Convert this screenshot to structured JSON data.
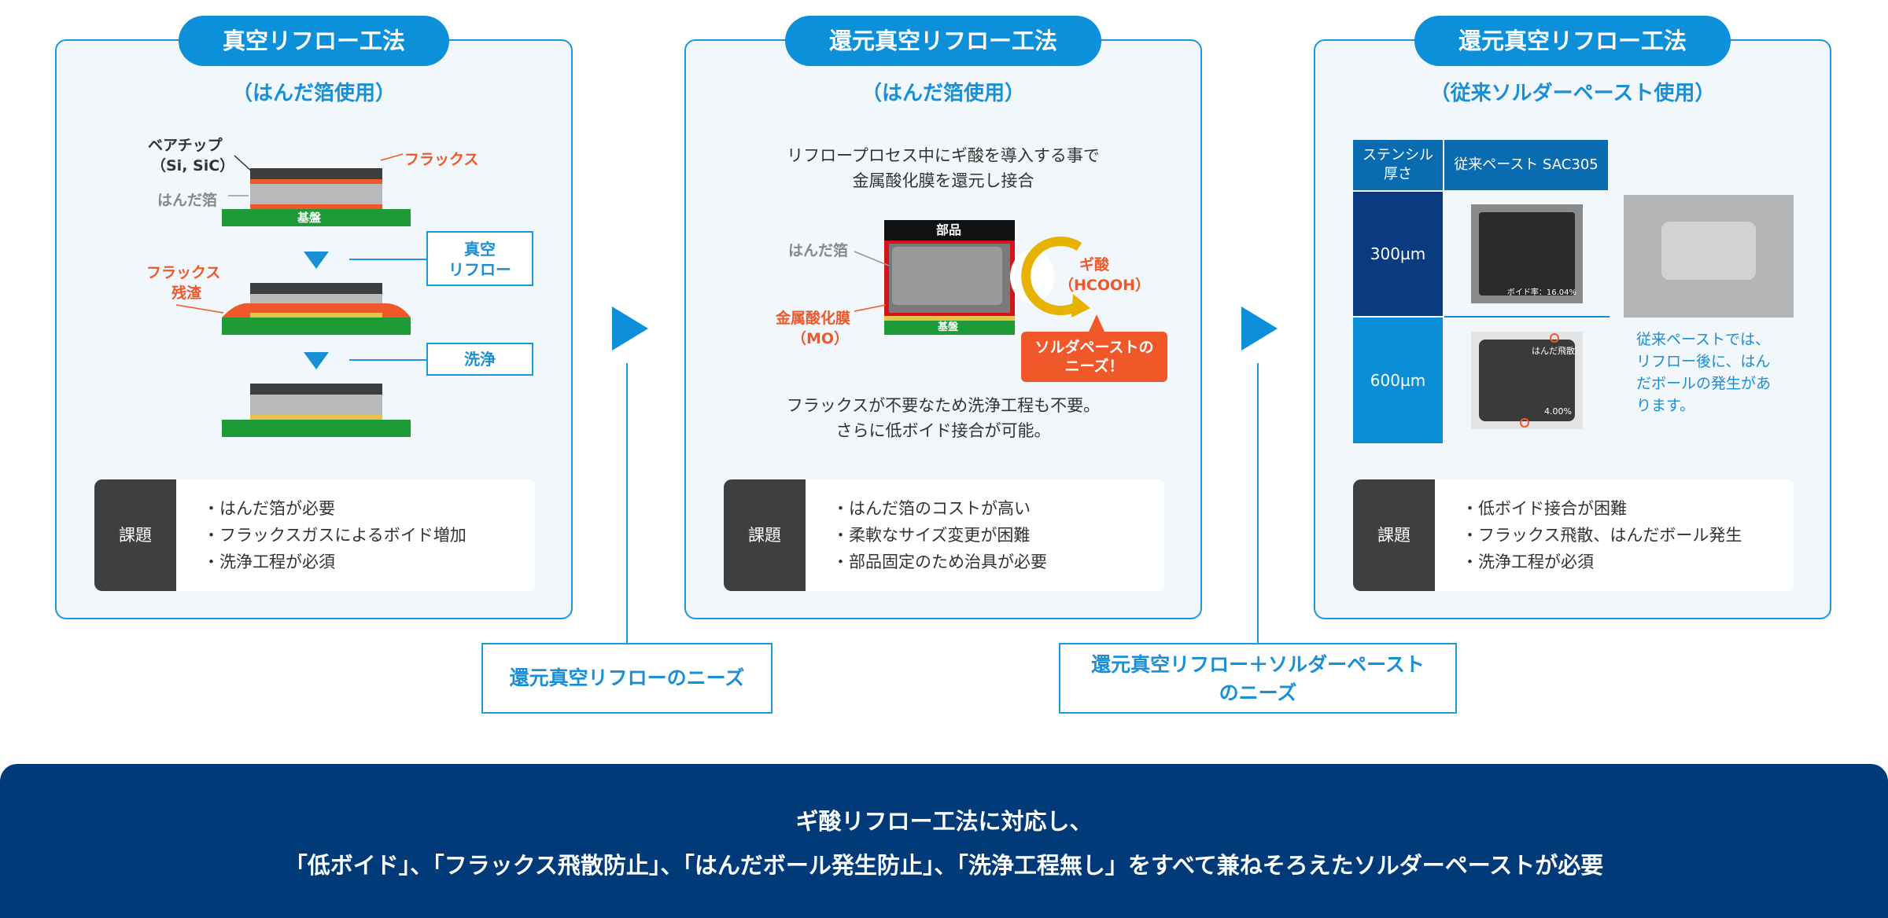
{
  "panel1": {
    "title": "真空リフロー工法",
    "subtitle": "（はんだ箔使用）",
    "labels": {
      "bare_chip_1": "ベアチップ",
      "bare_chip_2": "（Si, SiC）",
      "flux": "フラックス",
      "solder_foil": "はんだ箔",
      "substrate": "基盤",
      "flux_residue_1": "フラックス",
      "flux_residue_2": "残渣",
      "vacuum_reflow_1": "真空",
      "vacuum_reflow_2": "リフロー",
      "cleaning": "洗浄"
    },
    "issue_label": "課題",
    "issues": [
      "・はんだ箔が必要",
      "・フラックスガスによるボイド増加",
      "・洗浄工程が必須"
    ]
  },
  "panel2": {
    "title": "還元真空リフロー工法",
    "subtitle": "（はんだ箔使用）",
    "desc_1": "リフロープロセス中にギ酸を導入する事で",
    "desc_2": "金属酸化膜を還元し接合",
    "labels": {
      "part": "部品",
      "substrate": "基盤",
      "solder_foil": "はんだ箔",
      "metal_oxide_1": "金属酸化膜",
      "metal_oxide_2": "（MO）",
      "formic_acid_1": "ギ酸",
      "formic_acid_2": "（HCOOH）",
      "needs_1": "ソルダペーストの",
      "needs_2": "ニーズ！"
    },
    "note_1": "フラックスが不要なため洗浄工程も不要。",
    "note_2": "さらに低ボイド接合が可能。",
    "issue_label": "課題",
    "issues": [
      "・はんだ箔のコストが高い",
      "・柔軟なサイズ変更が困難",
      "・部品固定のため治具が必要"
    ]
  },
  "panel3": {
    "title": "還元真空リフロー工法",
    "subtitle": "（従来ソルダーペースト使用）",
    "table": {
      "header_left_1": "ステンシル",
      "header_left_2": "厚さ",
      "header_right": "従来ペースト SAC305",
      "row1": "300µm",
      "row2": "600µm",
      "img1_caption": "ボイド率：16.04%",
      "img2_tag": "はんだ飛散",
      "img2_caption": "4.00%"
    },
    "note": [
      "従来ペーストでは、",
      "リフロー後に、はん",
      "だボールの発生があ",
      "ります。"
    ],
    "issue_label": "課題",
    "issues": [
      "・低ボイド接合が困難",
      "・フラックス飛散、はんだボール発生",
      "・洗浄工程が必須"
    ]
  },
  "needs": {
    "left": "還元真空リフローのニーズ",
    "right_1": "還元真空リフロー＋ソルダーペースト",
    "right_2": "のニーズ"
  },
  "banner": {
    "line1": "ギ酸リフロー工法に対応し、",
    "line2": "「低ボイド」、「フラックス飛散防止」、「はんだボール発生防止」、「洗浄工程無し」をすべて兼ねそろえたソルダーペーストが必要"
  },
  "colors": {
    "accent_blue": "#0b90d9",
    "navy": "#003a78",
    "orange": "#f0582a",
    "green": "#1e9a37"
  }
}
